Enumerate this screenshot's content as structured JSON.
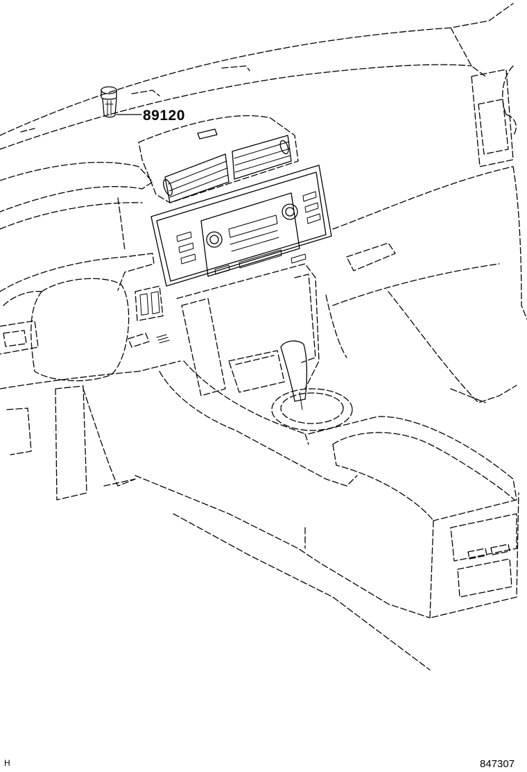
{
  "diagram": {
    "part_callouts": [
      {
        "part_number": "89120",
        "icon": "sensor-icon"
      }
    ],
    "corner_letter": "H",
    "illustration_code": "847307"
  }
}
